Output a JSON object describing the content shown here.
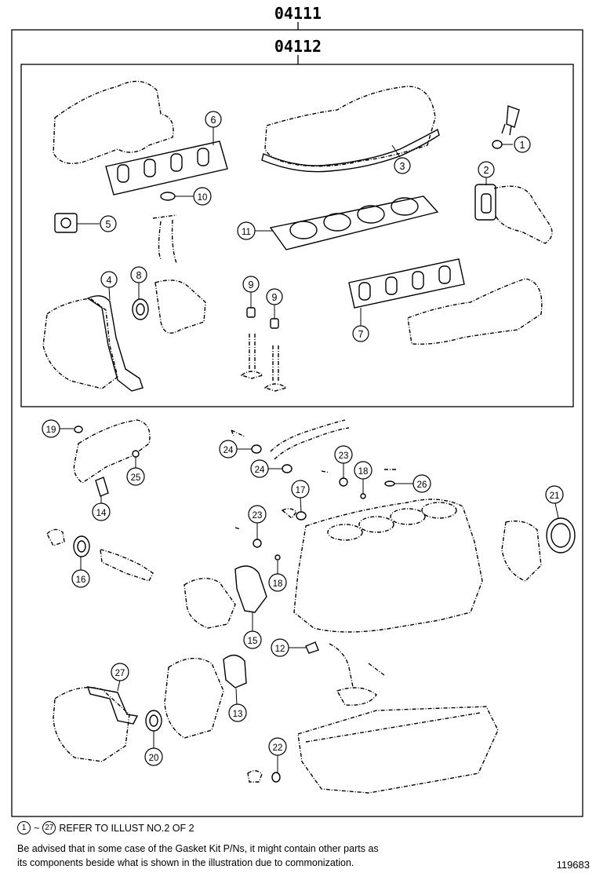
{
  "kits": {
    "outer_code": "04111",
    "inner_code": "04112"
  },
  "parts": [
    {
      "num": "1"
    },
    {
      "num": "2"
    },
    {
      "num": "3"
    },
    {
      "num": "4"
    },
    {
      "num": "5"
    },
    {
      "num": "6"
    },
    {
      "num": "7"
    },
    {
      "num": "8"
    },
    {
      "num": "9"
    },
    {
      "num": "10"
    },
    {
      "num": "11"
    },
    {
      "num": "12"
    },
    {
      "num": "13"
    },
    {
      "num": "14"
    },
    {
      "num": "15"
    },
    {
      "num": "16"
    },
    {
      "num": "17"
    },
    {
      "num": "18"
    },
    {
      "num": "19"
    },
    {
      "num": "20"
    },
    {
      "num": "21"
    },
    {
      "num": "22"
    },
    {
      "num": "23"
    },
    {
      "num": "24"
    },
    {
      "num": "25"
    },
    {
      "num": "26"
    },
    {
      "num": "27"
    }
  ],
  "footer": {
    "refer_start": "1",
    "refer_tilde": "~",
    "refer_end": "27",
    "refer_text": "REFER TO ILLUST NO.2 OF 2",
    "note_line1": "Be advised that in some case of the Gasket Kit P/Ns,  it might contain other parts as",
    "note_line2": "its components beside what is shown in the illustration due to commonization.",
    "catalog_number": "119683"
  }
}
